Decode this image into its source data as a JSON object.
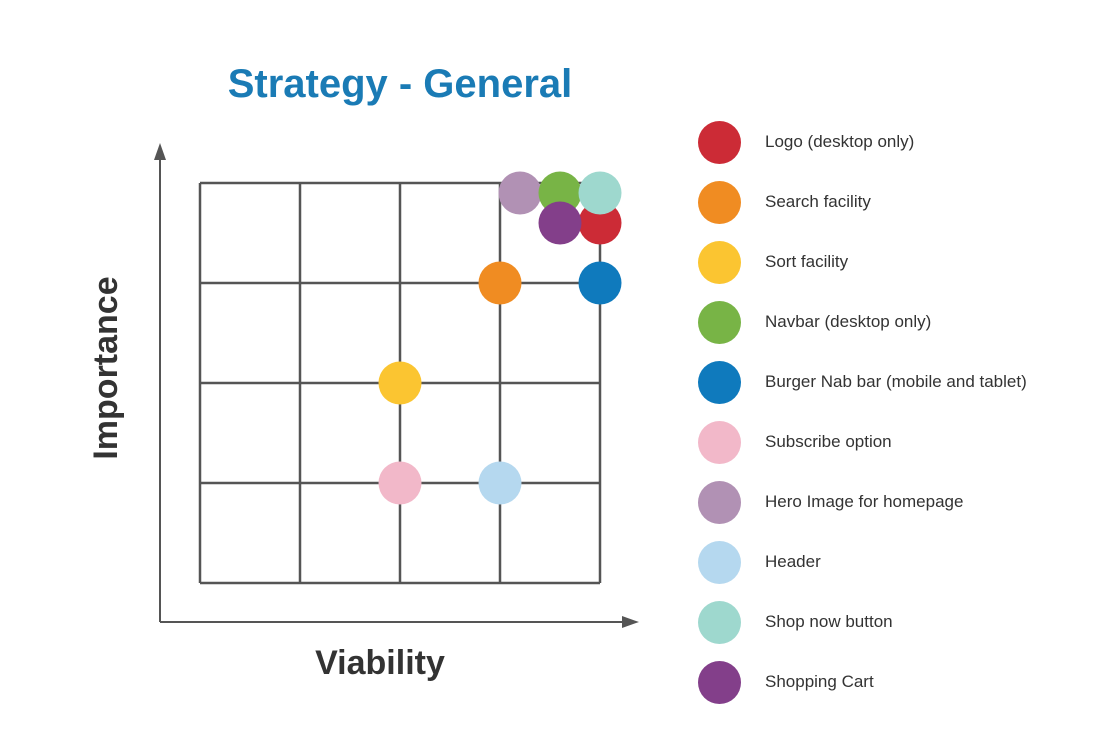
{
  "chart_data": {
    "type": "scatter",
    "title": "Strategy - General",
    "xlabel": "Viability",
    "ylabel": "Importance",
    "grid": true,
    "legend_position": "right",
    "xlim": [
      0,
      4
    ],
    "ylim": [
      0,
      4
    ],
    "series": [
      {
        "name": "Logo (desktop only)",
        "color": "#cc2b36",
        "x": 4.0,
        "y": 3.6
      },
      {
        "name": "Search facility",
        "color": "#f08c22",
        "x": 3.0,
        "y": 3.0
      },
      {
        "name": "Sort facility",
        "color": "#fbc531",
        "x": 2.0,
        "y": 2.0
      },
      {
        "name": "Navbar (desktop only)",
        "color": "#78b446",
        "x": 3.6,
        "y": 3.9
      },
      {
        "name": "Burger Nab bar (mobile and tablet)",
        "color": "#0f7abd",
        "x": 4.0,
        "y": 3.0
      },
      {
        "name": "Subscribe option",
        "color": "#f2b8c9",
        "x": 2.0,
        "y": 1.0
      },
      {
        "name": "Hero Image for homepage",
        "color": "#b191b4",
        "x": 3.2,
        "y": 3.9
      },
      {
        "name": "Header",
        "color": "#b5d8ef",
        "x": 3.0,
        "y": 1.0
      },
      {
        "name": "Shop now button",
        "color": "#9ed8ce",
        "x": 4.0,
        "y": 3.9
      },
      {
        "name": "Shopping Cart",
        "color": "#833f8a",
        "x": 3.6,
        "y": 3.6
      }
    ]
  }
}
